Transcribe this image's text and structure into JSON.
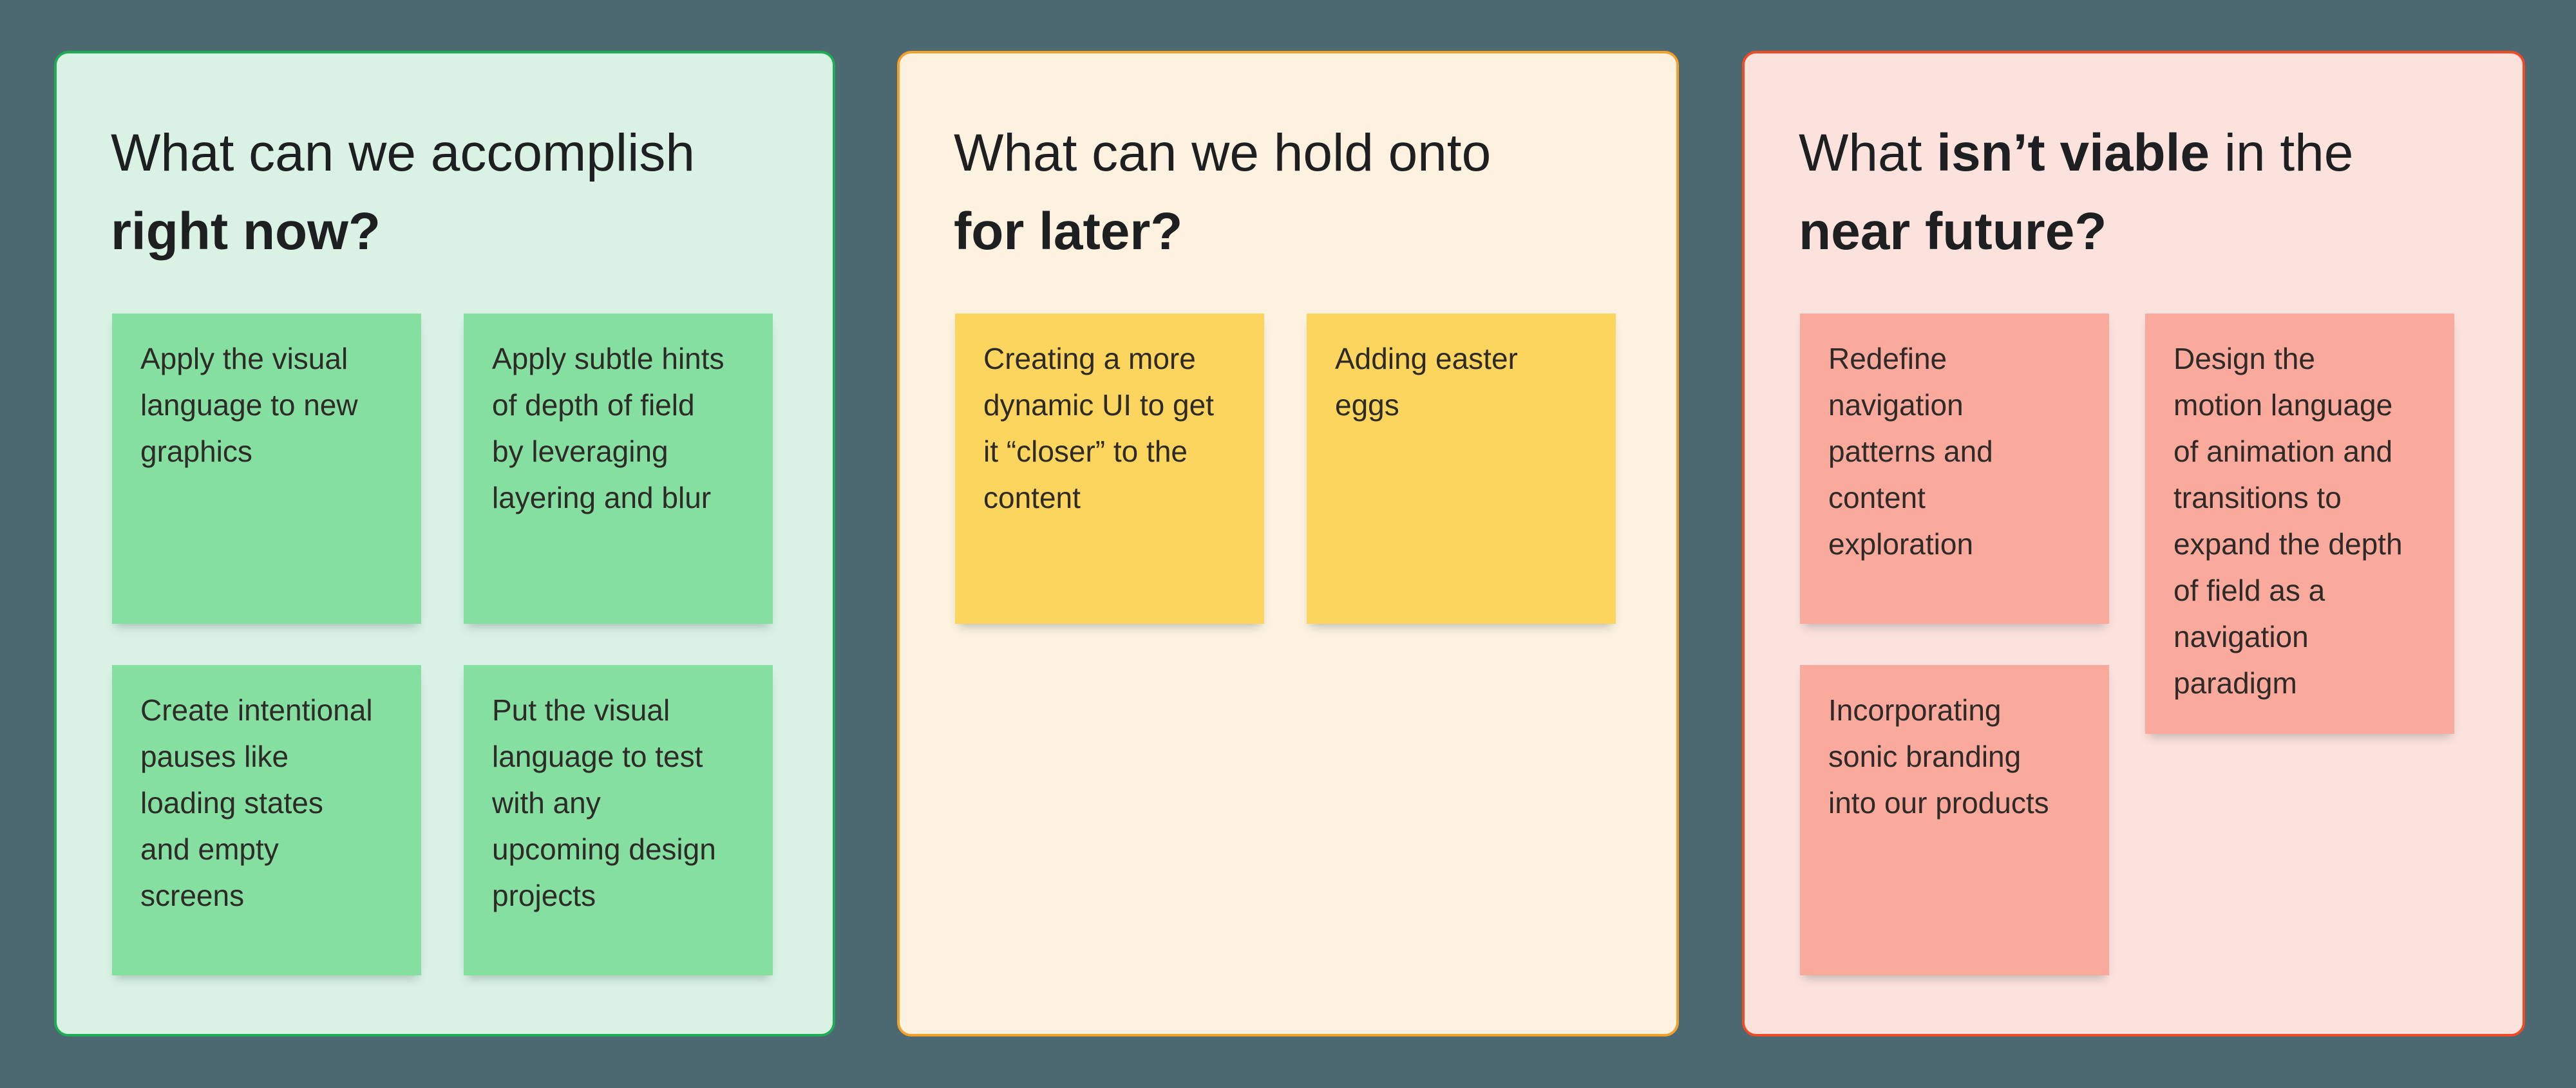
{
  "board": {
    "background_color": "#4C6870",
    "columns": [
      {
        "name": "right-now",
        "panel_color": "#D9F2E4",
        "border_color": "#1FAC57",
        "sticky_color": "#85DFA1",
        "title_line1": "What can we accomplish",
        "title_line2": "right now?",
        "stickies": [
          "Apply the visual\nlanguage to new\ngraphics",
          "Apply subtle hints\nof depth of field\nby leveraging\nlayering and blur",
          "Create intentional\npauses like\nloading states\nand empty\nscreens",
          "Put the visual\nlanguage to test\nwith any\nupcoming design\nprojects"
        ]
      },
      {
        "name": "for-later",
        "panel_color": "#FDF2DF",
        "border_color": "#F2A12C",
        "sticky_color": "#FBD55E",
        "title_line1": "What can we hold onto",
        "title_line2": "for later?",
        "stickies": [
          "Creating a more\ndynamic UI to get\nit “closer” to the\ncontent",
          "Adding easter\neggs"
        ]
      },
      {
        "name": "not-viable",
        "panel_color": "#FCE2DC",
        "border_color": "#EE4B27",
        "sticky_color": "#FAA99D",
        "title_line1_pre": "What ",
        "title_line1_bold": "isn’t viable",
        "title_line1_post": " in the",
        "title_line2": "near future?",
        "stickies": [
          "Redefine\nnavigation\npatterns and\ncontent\nexploration",
          "Design the\nmotion language\nof animation and\ntransitions to\nexpand the depth\nof field as a\nnavigation\nparadigm",
          "Incorporating\nsonic branding\ninto our products"
        ]
      }
    ]
  }
}
